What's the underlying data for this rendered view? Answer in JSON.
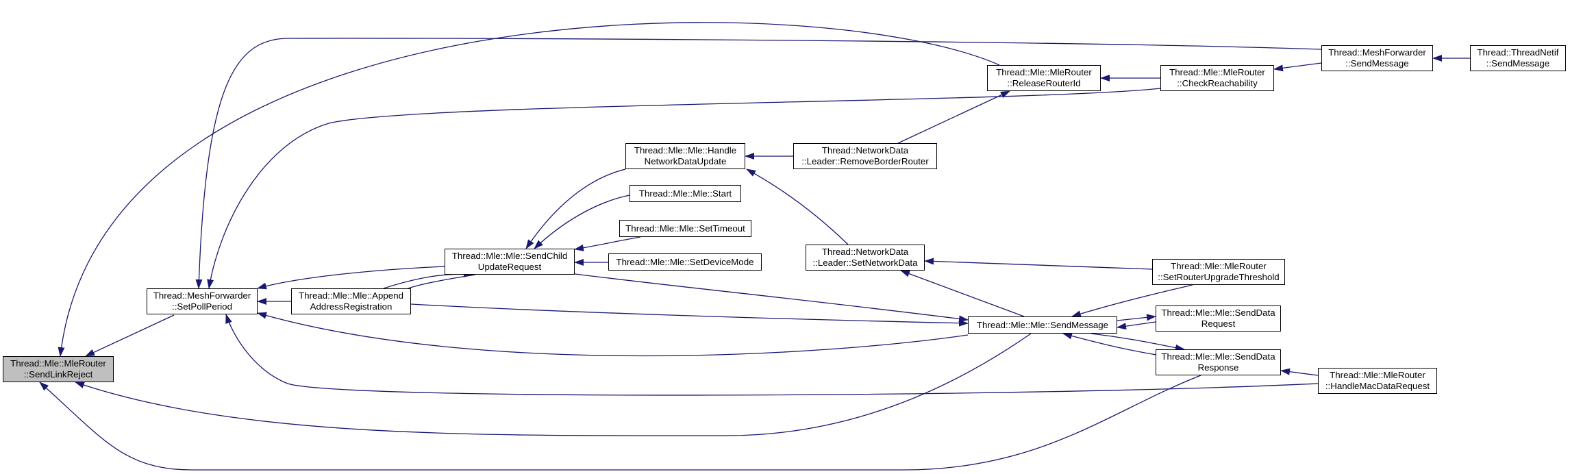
{
  "colors": {
    "edge": "#191970",
    "root_fill": "#bfbfbf",
    "node_fill": "#ffffff",
    "node_border": "#000000"
  },
  "nodes": {
    "send_link_reject": {
      "lines": [
        "Thread::Mle::MleRouter",
        "::SendLinkReject"
      ]
    },
    "set_poll_period": {
      "lines": [
        "Thread::MeshForwarder",
        "::SetPollPeriod"
      ]
    },
    "append_address_registration": {
      "lines": [
        "Thread::Mle::Mle::Append",
        "AddressRegistration"
      ]
    },
    "send_child_update_request": {
      "lines": [
        "Thread::Mle::Mle::SendChild",
        "UpdateRequest"
      ]
    },
    "handle_network_data_update": {
      "lines": [
        "Thread::Mle::Mle::Handle",
        "NetworkDataUpdate"
      ]
    },
    "mle_start": {
      "lines": [
        "Thread::Mle::Mle::Start"
      ]
    },
    "set_timeout": {
      "lines": [
        "Thread::Mle::Mle::SetTimeout"
      ]
    },
    "set_device_mode": {
      "lines": [
        "Thread::Mle::Mle::SetDeviceMode"
      ]
    },
    "remove_border_router": {
      "lines": [
        "Thread::NetworkData",
        "::Leader::RemoveBorderRouter"
      ]
    },
    "set_network_data": {
      "lines": [
        "Thread::NetworkData",
        "::Leader::SetNetworkData"
      ]
    },
    "release_router_id": {
      "lines": [
        "Thread::Mle::MleRouter",
        "::ReleaseRouterId"
      ]
    },
    "check_reachability": {
      "lines": [
        "Thread::Mle::MleRouter",
        "::CheckReachability"
      ]
    },
    "mesh_send_message": {
      "lines": [
        "Thread::MeshForwarder",
        "::SendMessage"
      ]
    },
    "netif_send_message": {
      "lines": [
        "Thread::ThreadNetif",
        "::SendMessage"
      ]
    },
    "mle_send_message": {
      "lines": [
        "Thread::Mle::Mle::SendMessage"
      ]
    },
    "set_router_upgrade_threshold": {
      "lines": [
        "Thread::Mle::MleRouter",
        "::SetRouterUpgradeThreshold"
      ]
    },
    "send_data_request": {
      "lines": [
        "Thread::Mle::Mle::SendData",
        "Request"
      ]
    },
    "send_data_response": {
      "lines": [
        "Thread::Mle::Mle::SendData",
        "Response"
      ]
    },
    "handle_mac_data_request": {
      "lines": [
        "Thread::Mle::MleRouter",
        "::HandleMacDataRequest"
      ]
    }
  },
  "edges": [
    {
      "from": "set_poll_period",
      "to": "send_link_reject"
    },
    {
      "from": "release_router_id",
      "to": "send_link_reject"
    },
    {
      "from": "mle_send_message",
      "to": "send_link_reject"
    },
    {
      "from": "send_data_response",
      "to": "send_link_reject"
    },
    {
      "from": "append_address_registration",
      "to": "set_poll_period"
    },
    {
      "from": "send_child_update_request",
      "to": "set_poll_period"
    },
    {
      "from": "mle_send_message",
      "to": "set_poll_period"
    },
    {
      "from": "mesh_send_message",
      "to": "set_poll_period"
    },
    {
      "from": "check_reachability",
      "to": "set_poll_period"
    },
    {
      "from": "handle_mac_data_request",
      "to": "set_poll_period"
    },
    {
      "from": "send_child_update_request",
      "to": "append_address_registration"
    },
    {
      "from": "append_address_registration",
      "to": "send_child_update_request"
    },
    {
      "from": "send_child_update_request",
      "to": "mle_send_message"
    },
    {
      "from": "append_address_registration",
      "to": "mle_send_message"
    },
    {
      "from": "handle_network_data_update",
      "to": "send_child_update_request"
    },
    {
      "from": "mle_start",
      "to": "send_child_update_request"
    },
    {
      "from": "set_timeout",
      "to": "send_child_update_request"
    },
    {
      "from": "set_device_mode",
      "to": "send_child_update_request"
    },
    {
      "from": "remove_border_router",
      "to": "handle_network_data_update"
    },
    {
      "from": "set_network_data",
      "to": "handle_network_data_update"
    },
    {
      "from": "remove_border_router",
      "to": "release_router_id"
    },
    {
      "from": "check_reachability",
      "to": "release_router_id"
    },
    {
      "from": "mesh_send_message",
      "to": "check_reachability"
    },
    {
      "from": "netif_send_message",
      "to": "mesh_send_message"
    },
    {
      "from": "mle_send_message",
      "to": "set_network_data"
    },
    {
      "from": "set_router_upgrade_threshold",
      "to": "set_network_data"
    },
    {
      "from": "set_router_upgrade_threshold",
      "to": "mle_send_message"
    },
    {
      "from": "send_data_request",
      "to": "mle_send_message"
    },
    {
      "from": "mle_send_message",
      "to": "send_data_request"
    },
    {
      "from": "send_data_response",
      "to": "mle_send_message"
    },
    {
      "from": "mle_send_message",
      "to": "send_data_response"
    },
    {
      "from": "handle_mac_data_request",
      "to": "send_data_response"
    }
  ]
}
